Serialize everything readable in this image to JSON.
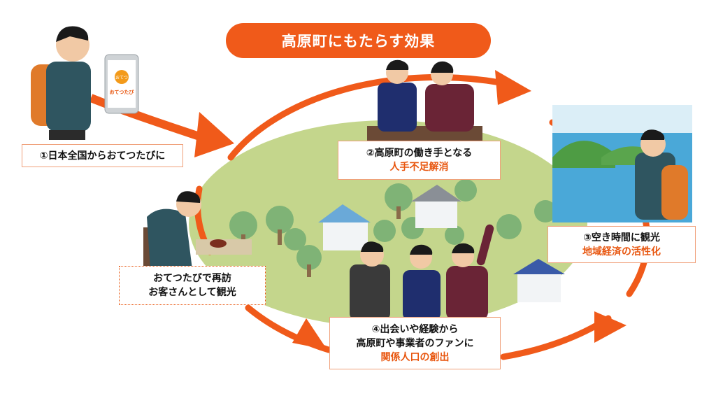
{
  "title": "高原町にもたらす効果",
  "app_logo_text": "おてつたび",
  "app_logo_badge": "おてつ",
  "steps": {
    "s1": {
      "line1": "①日本全国からおてつたびに"
    },
    "s2": {
      "line1": "②高原町の働き手となる",
      "highlight": "人手不足解消"
    },
    "s3": {
      "line1": "③空き時間に観光",
      "highlight": "地域経済の活性化"
    },
    "s4": {
      "line1": "④出会いや経験から",
      "line2": "高原町や事業者のファンに",
      "highlight": "関係人口の創出"
    },
    "s5": {
      "line1": "おてつたびで再訪",
      "line2": "お客さんとして観光"
    }
  },
  "colors": {
    "accent": "#f05a1a",
    "field": "#c3d58a",
    "lake": "#4aa8d8"
  },
  "icons": [
    "smartphone-icon",
    "backpack-icon",
    "house-icon",
    "tree-icon",
    "cycle-arrow-icon"
  ]
}
